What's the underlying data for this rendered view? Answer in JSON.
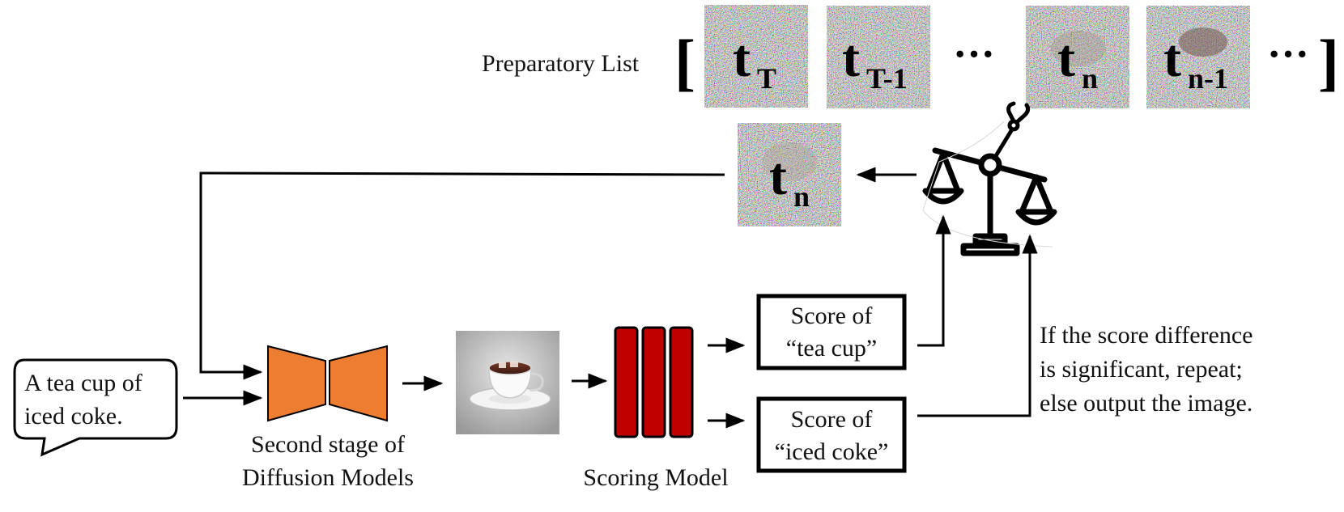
{
  "prep_list": {
    "label": "Preparatory List",
    "items": [
      {
        "base": "t",
        "sub": "T"
      },
      {
        "base": "t",
        "sub": "T-1"
      },
      {
        "ellipsis": "···"
      },
      {
        "base": "t",
        "sub": "n"
      },
      {
        "base": "t",
        "sub": "n-1"
      },
      {
        "ellipsis": "···"
      }
    ],
    "open_bracket": "[",
    "close_bracket": "]"
  },
  "selected_step": {
    "base": "t",
    "sub": "n"
  },
  "prompt": {
    "line1": "A tea cup of",
    "line2": "iced coke."
  },
  "diffusion": {
    "line1": "Second stage of",
    "line2": "Diffusion Models"
  },
  "scoring": {
    "label": "Scoring Model"
  },
  "score_boxes": [
    {
      "line1": "Score of",
      "line2": "“tea cup”"
    },
    {
      "line1": "Score of",
      "line2": "“iced coke”"
    }
  ],
  "decision": {
    "line1": "If the score difference",
    "line2": "is significant, repeat;",
    "line3": "else output the image."
  },
  "colors": {
    "encoder_orange": "#ED7D31",
    "scoring_red": "#C00000",
    "line": "#000000"
  },
  "icons": [
    "scale-icon",
    "robot-claw-icon",
    "speech-bubble-icon",
    "tea-cup-image",
    "noise-image"
  ]
}
